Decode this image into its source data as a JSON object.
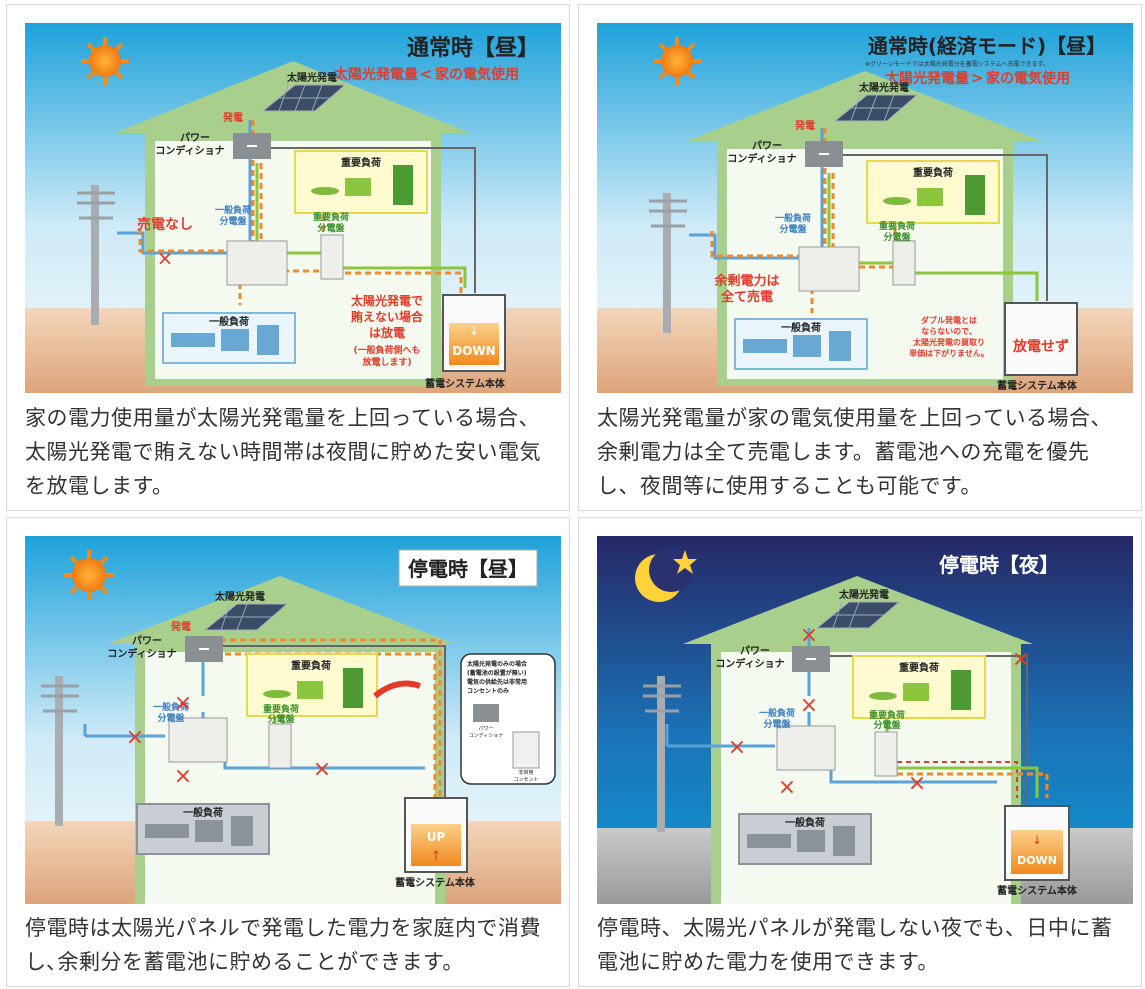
{
  "panels": [
    {
      "title": "通常時【昼】",
      "subtitle_a": "太陽光発電量",
      "subtitle_op": "<",
      "subtitle_b": "家の電気使用",
      "labels": {
        "solar": "太陽光発電",
        "gen": "発電",
        "pcs_1": "パワー",
        "pcs_2": "コンディショナ",
        "important": "重要負荷",
        "important_board_1": "重要負荷",
        "important_board_2": "分電盤",
        "general_board_1": "一般負荷",
        "general_board_2": "分電盤",
        "general": "一般負荷",
        "note": "売電なし",
        "storage": "蓄電システム本体",
        "battery": "DOWN"
      },
      "callout": [
        "太陽光発電で",
        "賄えない場合",
        "は放電",
        "(一般負荷側へも",
        "放電します)"
      ],
      "caption": "家の電力使用量が太陽光発電量を上回っている場合、太陽光発電で賄えない時間帯は夜間に貯めた安い電気を放電します。"
    },
    {
      "title": "通常時(経済モード)【昼】",
      "small_note": "※グリーンモードでは太陽光発電分を蓄電システムへ充電できます。",
      "subtitle_a": "太陽光発電量",
      "subtitle_op": ">",
      "subtitle_b": "家の電気使用",
      "labels": {
        "solar": "太陽光発電",
        "gen": "発電",
        "pcs_1": "パワー",
        "pcs_2": "コンディショナ",
        "important": "重要負荷",
        "important_board_1": "重要負荷",
        "important_board_2": "分電盤",
        "general_board_1": "一般負荷",
        "general_board_2": "分電盤",
        "general": "一般負荷",
        "note_1": "余剰電力は",
        "note_2": "全て売電",
        "storage": "蓄電システム本体",
        "battery": "放電せず"
      },
      "callout": [
        "ダブル発電とは",
        "ならないので、",
        "太陽光発電の買取り",
        "単価は下がりません。"
      ],
      "caption": "太陽光発電量が家の電気使用量を上回っている場合、余剰電力は全て売電します。蓄電池への充電を優先し、夜間等に使用することも可能です。"
    },
    {
      "title": "停電時【昼】",
      "labels": {
        "solar": "太陽光発電",
        "gen": "発電",
        "pcs_1": "パワー",
        "pcs_2": "コンディショナ",
        "important": "重要負荷",
        "important_board_1": "重要負荷",
        "important_board_2": "分電盤",
        "general_board_1": "一般負荷",
        "general_board_2": "分電盤",
        "general": "一般負荷",
        "storage": "蓄電システム本体",
        "battery": "UP"
      },
      "inset": [
        "太陽光発電のみの場合",
        "(蓄電池の設置が無い)",
        "電気の供給先は非常用",
        "コンセントのみ",
        "パワー",
        "コンディショナ",
        "非常用",
        "コンセント"
      ],
      "caption": "停電時は太陽光パネルで発電した電力を家庭内で消費し､余剰分を蓄電池に貯めることができます。"
    },
    {
      "title": "停電時【夜】",
      "labels": {
        "solar": "太陽光発電",
        "pcs_1": "パワー",
        "pcs_2": "コンディショナ",
        "important": "重要負荷",
        "important_board_1": "重要負荷",
        "important_board_2": "分電盤",
        "general_board_1": "一般負荷",
        "general_board_2": "分電盤",
        "general": "一般負荷",
        "storage": "蓄電システム本体",
        "battery": "DOWN"
      },
      "caption": "停電時、太陽光パネルが発電しない夜でも、日中に蓄電池に貯めた電力を使用できます。"
    }
  ],
  "colors": {
    "sky_day_top": "#1fa0d8",
    "sky_day_bottom": "#e9f6fc",
    "sky_night_top": "#272a66",
    "sky_night_bottom": "#0c9bd6",
    "ground": "#e8b48a",
    "house": "#a7d08a",
    "power_dash": "#f08a2a",
    "wire_blue": "#5aa3d8",
    "wire_green": "#8cc63f",
    "cross": "#e23b2a",
    "title_red": "#e23b2a",
    "battery_orange": "#f39a2e"
  }
}
